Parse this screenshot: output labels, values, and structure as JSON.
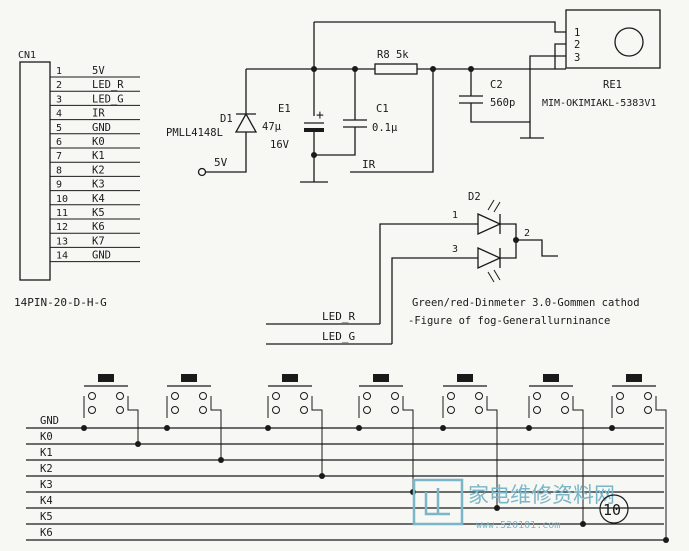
{
  "connector": {
    "ref": "CN1",
    "part": "14PIN-20-D-H-G",
    "pins": [
      {
        "num": "1",
        "net": "5V"
      },
      {
        "num": "2",
        "net": "LED_R"
      },
      {
        "num": "3",
        "net": "LED_G"
      },
      {
        "num": "4",
        "net": "IR"
      },
      {
        "num": "5",
        "net": "GND"
      },
      {
        "num": "6",
        "net": "K0"
      },
      {
        "num": "7",
        "net": "K1"
      },
      {
        "num": "8",
        "net": "K2"
      },
      {
        "num": "9",
        "net": "K3"
      },
      {
        "num": "10",
        "net": "K4"
      },
      {
        "num": "11",
        "net": "K5"
      },
      {
        "num": "12",
        "net": "K6"
      },
      {
        "num": "13",
        "net": "K7"
      },
      {
        "num": "14",
        "net": "GND"
      }
    ]
  },
  "ir_circuit": {
    "d1_ref": "D1",
    "d1_part": "PMLL4148L",
    "e1_ref": "E1",
    "e1_value": "47μ",
    "e1_voltage": "16V",
    "c1_ref": "C1",
    "c1_value": "0.1μ",
    "r8_label": "R8 5k",
    "c2_ref": "C2",
    "c2_value": "560p",
    "supply_label": "5V",
    "ir_label": "IR",
    "polarity": "+"
  },
  "receiver": {
    "ref": "RE1",
    "part": "MIM-OKIMIAKL-5383V1",
    "pins": [
      "1",
      "2",
      "3"
    ]
  },
  "led": {
    "ref": "D2",
    "pin1": "1",
    "pin2": "2",
    "pin3": "3",
    "caption_line1": "Green/red-Dinmeter 3.0-Gommen cathod",
    "caption_line2": "-Figure of fog-Generallurninance",
    "net_red": "LED_R",
    "net_green": "LED_G"
  },
  "keypad": {
    "nets": [
      "GND",
      "K0",
      "K1",
      "K2",
      "K3",
      "K4",
      "K5",
      "K6"
    ]
  },
  "watermark": {
    "text": "家电维修资料网",
    "url": "www.520101.com"
  },
  "page_number": "10"
}
